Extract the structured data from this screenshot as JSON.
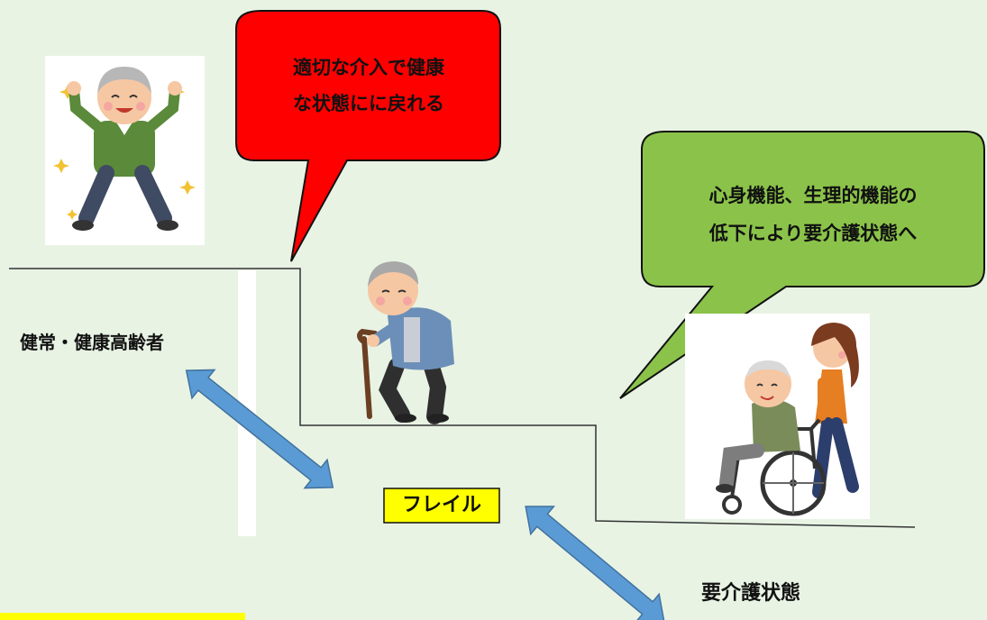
{
  "bubbles": {
    "red": {
      "line1": "適切な介入で健康",
      "line2": "な状態にに戻れる",
      "fill": "#ff0000"
    },
    "green": {
      "line1": "心身機能、生理的機能の",
      "line2": "低下により要介護状態へ",
      "fill": "#8bc34a"
    }
  },
  "labels": {
    "healthy": "健常・健康高齢者",
    "frail": "フレイル",
    "care": "要介護状態"
  },
  "colors": {
    "background": "#e8f3e4",
    "arrow": "#5b9bd5",
    "highlight": "#ffff00"
  },
  "illustrations": {
    "healthy": "happy-elderly-man-jumping",
    "frail": "elderly-man-with-cane",
    "care": "caregiver-pushing-wheelchair"
  }
}
